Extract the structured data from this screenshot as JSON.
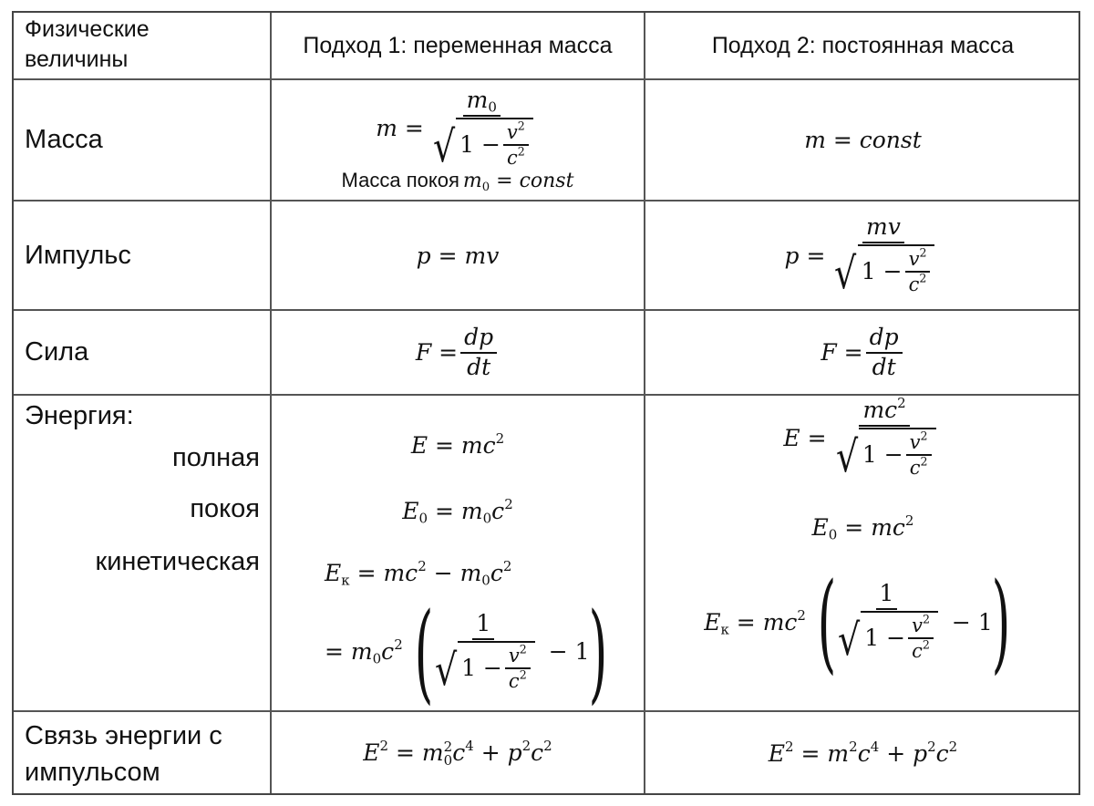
{
  "header": {
    "col0": "Физические величины",
    "col0_line1": "Физические",
    "col0_line2": "величины",
    "col1": "Подход 1: переменная масса",
    "col2": "Подход 2: постоянная масса"
  },
  "rows": {
    "mass": {
      "label": "Масса",
      "approach1": {
        "formula": "m = m0 / sqrt(1 - v^2/c^2)",
        "note_text": "Масса покоя",
        "note_formula": "m0 = const"
      },
      "approach2": {
        "formula": "m = const"
      }
    },
    "momentum": {
      "label": "Импульс",
      "approach1": {
        "formula": "p = mv"
      },
      "approach2": {
        "formula": "p = mv / sqrt(1 - v^2/c^2)"
      }
    },
    "force": {
      "label": "Сила",
      "approach1": {
        "formula": "F = dp/dt"
      },
      "approach2": {
        "formula": "F = dp/dt"
      }
    },
    "energy": {
      "label": "Энергия:",
      "sublabels": [
        "полная",
        "покоя",
        "кинетическая"
      ],
      "approach1": {
        "total": "E = mc^2",
        "rest": "E0 = m0c^2",
        "kinetic_line1": "Eк = mc^2 - m0c^2",
        "kinetic_line2": "= m0c^2 (1/sqrt(1 - v^2/c^2) - 1)"
      },
      "approach2": {
        "total": "E = mc^2 / sqrt(1 - v^2/c^2)",
        "rest": "E0 = mc^2",
        "kinetic": "Eк = mc^2 (1/sqrt(1 - v^2/c^2) - 1)"
      }
    },
    "energy_momentum": {
      "label": "Связь энергии с импульсом",
      "label_line1": "Связь энергии с",
      "label_line2": "импульсом",
      "approach1": {
        "formula": "E^2 = m0^2 c^4 + p^2 c^2"
      },
      "approach2": {
        "formula": "E^2 = m^2 c^4 + p^2 c^2"
      }
    }
  },
  "symbols": {
    "m": "m",
    "m0_base": "m",
    "zero": "0",
    "two": "2",
    "four": "4",
    "one": "1",
    "v": "v",
    "c": "c",
    "p": "p",
    "E": "E",
    "F": "F",
    "d": "d",
    "t": "t",
    "eq": "=",
    "minus": "−",
    "plus": "+",
    "k_sub": "к",
    "const": "const",
    "mv": "mv",
    "dp": "dp",
    "dt": "dt",
    "mc": "mc"
  },
  "colors": {
    "text": "#111111",
    "grid": "#555555",
    "background": "#ffffff"
  }
}
